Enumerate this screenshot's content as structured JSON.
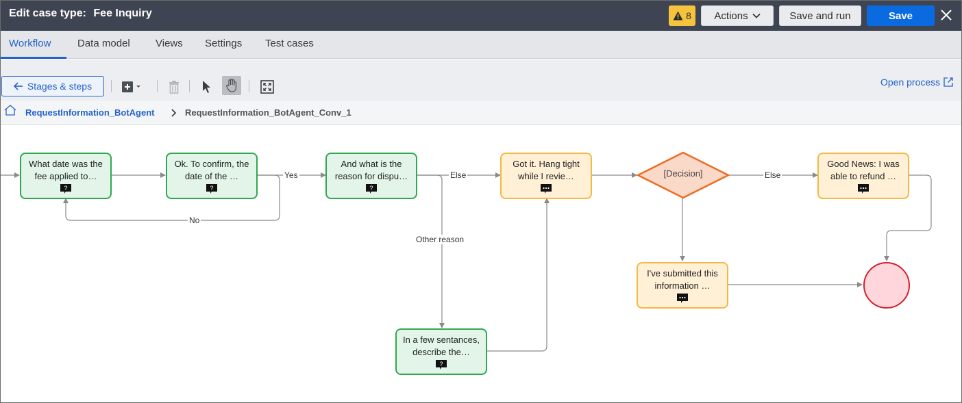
{
  "header": {
    "title_prefix": "Edit case type:",
    "case_name": "Fee Inquiry",
    "warning_count": "8",
    "actions_label": "Actions",
    "save_and_run_label": "Save and run",
    "save_label": "Save"
  },
  "tabs": [
    {
      "label": "Workflow",
      "active": true
    },
    {
      "label": "Data model"
    },
    {
      "label": "Views"
    },
    {
      "label": "Settings"
    },
    {
      "label": "Test cases"
    }
  ],
  "toolbar": {
    "stages_label": "Stages & steps",
    "open_process_label": "Open process"
  },
  "breadcrumb": {
    "root": "RequestInformation_BotAgent",
    "current": "RequestInformation_BotAgent_Conv_1"
  },
  "flow": {
    "nodes": {
      "n1": {
        "text": "What date was the\nfee applied to…",
        "icon": "question-chat-icon"
      },
      "n2": {
        "text": "Ok. To confirm, the\ndate of the …",
        "icon": "question-chat-icon"
      },
      "n3": {
        "text": "And what is the\nreason for dispu…",
        "icon": "question-chat-icon"
      },
      "n4": {
        "text": "Got it. Hang tight\nwhile I revie…",
        "icon": "message-chat-icon"
      },
      "decision": {
        "text": "[Decision]"
      },
      "n5": {
        "text": "Good News: I was\nable to refund …",
        "icon": "message-chat-icon"
      },
      "n6": {
        "text": "I've submitted this\ninformation …",
        "icon": "message-chat-icon"
      },
      "n7": {
        "text": "In a few sentances,\ndescribe the…",
        "icon": "question-chat-icon"
      }
    },
    "edge_labels": {
      "yes": "Yes",
      "no": "No",
      "else1": "Else",
      "other_reason": "Other reason",
      "else2": "Else"
    }
  },
  "colors": {
    "header_bg": "#3f4452",
    "accent": "#2563c9",
    "save_bg": "#0a6be0",
    "warning": "#f6c33f",
    "question_node_border": "#2fa84f",
    "message_node_border": "#f3b845",
    "decision_border": "#ee6b1e",
    "end_border": "#d3202e"
  }
}
